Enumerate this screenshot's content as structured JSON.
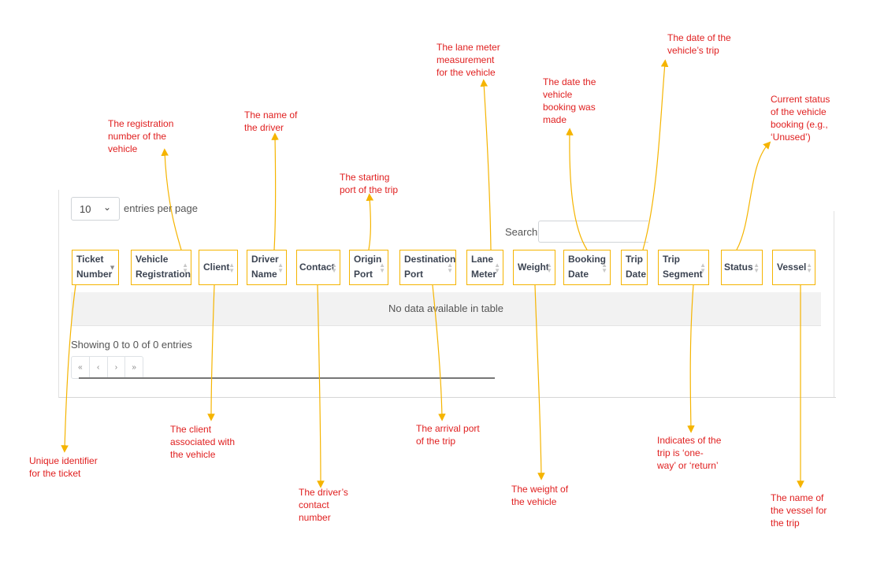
{
  "length_select": {
    "value": "10",
    "chevron": "⌄",
    "label": "entries per page"
  },
  "search": {
    "label": "Search:",
    "value": "",
    "placeholder": ""
  },
  "columns": [
    {
      "line1": "Ticket",
      "line2": "Number",
      "sorted": true
    },
    {
      "line1": "Vehicle",
      "line2": "Registration"
    },
    {
      "line1": "Client",
      "line2": ""
    },
    {
      "line1": "Driver",
      "line2": "Name"
    },
    {
      "line1": "Contact",
      "line2": ""
    },
    {
      "line1": "Origin",
      "line2": "Port"
    },
    {
      "line1": "Destination",
      "line2": "Port"
    },
    {
      "line1": "Lane",
      "line2": "Meter"
    },
    {
      "line1": "Weight",
      "line2": ""
    },
    {
      "line1": "Booking",
      "line2": "Date"
    },
    {
      "line1": "Trip",
      "line2": "Date"
    },
    {
      "line1": "Trip",
      "line2": "Segment"
    },
    {
      "line1": "Status",
      "line2": ""
    },
    {
      "line1": "Vessel",
      "line2": ""
    }
  ],
  "table": {
    "empty_message": "No data available in table"
  },
  "info": "Showing 0 to 0 of 0 entries",
  "pagination": [
    "«",
    "‹",
    "›",
    "»"
  ],
  "annotations": [
    {
      "id": "ticket",
      "lines": [
        "Unique identifier",
        "for the ticket"
      ]
    },
    {
      "id": "vehicle",
      "lines": [
        "The registration",
        "number of the",
        "vehicle"
      ]
    },
    {
      "id": "client",
      "lines": [
        "The client",
        "associated with",
        "the vehicle"
      ]
    },
    {
      "id": "driver",
      "lines": [
        "The name of",
        "the driver"
      ]
    },
    {
      "id": "contact",
      "lines": [
        "The driver’s",
        "contact",
        "number"
      ]
    },
    {
      "id": "origin",
      "lines": [
        "The starting",
        "port of the trip"
      ]
    },
    {
      "id": "destination",
      "lines": [
        "The arrival port",
        "of the trip"
      ]
    },
    {
      "id": "lane",
      "lines": [
        "The lane meter",
        "measurement",
        "for the vehicle"
      ]
    },
    {
      "id": "weight",
      "lines": [
        "The weight of",
        "the vehicle"
      ]
    },
    {
      "id": "booking",
      "lines": [
        "The date the",
        "vehicle",
        "booking was",
        "made"
      ]
    },
    {
      "id": "tripdate",
      "lines": [
        "The date of the",
        "vehicle’s trip"
      ]
    },
    {
      "id": "segment",
      "lines": [
        "Indicates of the",
        "trip is ‘one-",
        "way’ or ‘return’"
      ]
    },
    {
      "id": "status",
      "lines": [
        "Current status",
        "of the vehicle",
        "booking (e.g.,",
        "‘Unused’)"
      ]
    },
    {
      "id": "vessel",
      "lines": [
        "The name of",
        "the vessel for",
        "the trip"
      ]
    }
  ],
  "colors": {
    "annotation_text": "#e02020",
    "arrow": "#f5b400",
    "header_text": "#3c4452"
  }
}
